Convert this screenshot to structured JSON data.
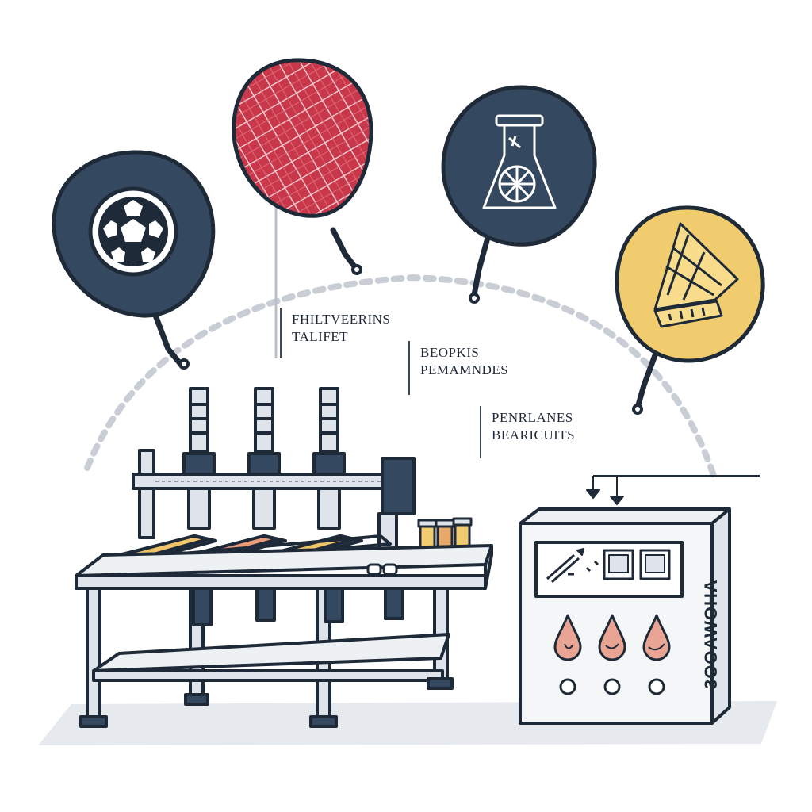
{
  "labels": {
    "label_1": {
      "line1": "FHILTVEERINS",
      "line2": "TALIFET"
    },
    "label_2": {
      "line1": "BEOPKIS",
      "line2": "PEMAMNDES"
    },
    "label_3": {
      "line1": "PENRLANES",
      "line2": "BEARICUITS"
    }
  },
  "cabinet": {
    "side_text": "3OOAWOHA"
  },
  "icons": {
    "paddle_1": "soccer-ball-icon",
    "paddle_2": "grid-mesh-pattern",
    "paddle_3": "lab-flask-icon",
    "paddle_4": "waffle-panel-icon"
  },
  "colors": {
    "navy": "#34485f",
    "dark_outline": "#1f2a38",
    "red_paddle": "#c8384a",
    "yellow_paddle": "#f0cc6e",
    "steel": "#dfe4ea",
    "drop_fill": "#e9a593"
  }
}
